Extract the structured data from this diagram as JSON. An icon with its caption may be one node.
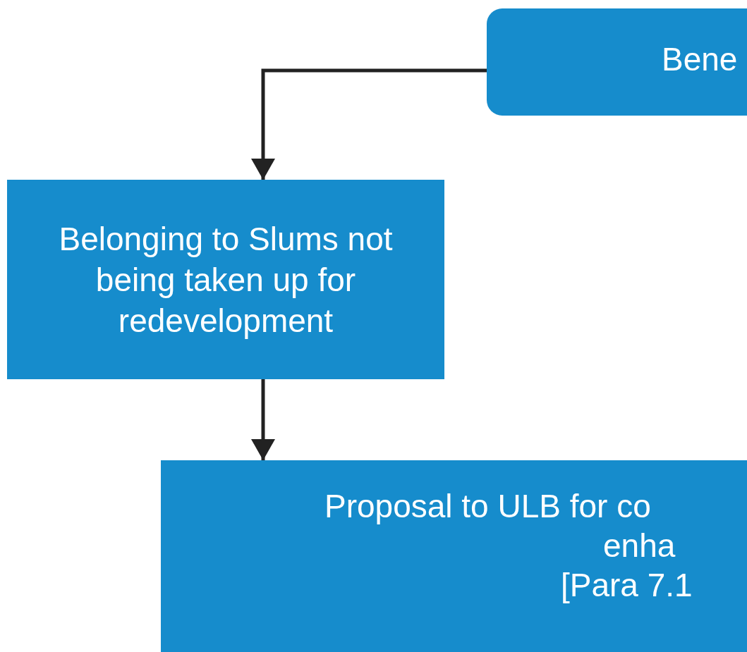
{
  "diagram": {
    "nodes": [
      {
        "text": [
          "Bene"
        ]
      },
      {
        "text": [
          "Belonging to Slums not being taken up for redevelopment"
        ]
      },
      {
        "text": [
          "Proposal to ULB for co",
          "enha",
          "[Para 7.1"
        ]
      }
    ],
    "edges": [
      {
        "from": 0,
        "to": 1,
        "arrow": "to"
      },
      {
        "from": 1,
        "to": 2,
        "arrow": "to"
      }
    ]
  }
}
